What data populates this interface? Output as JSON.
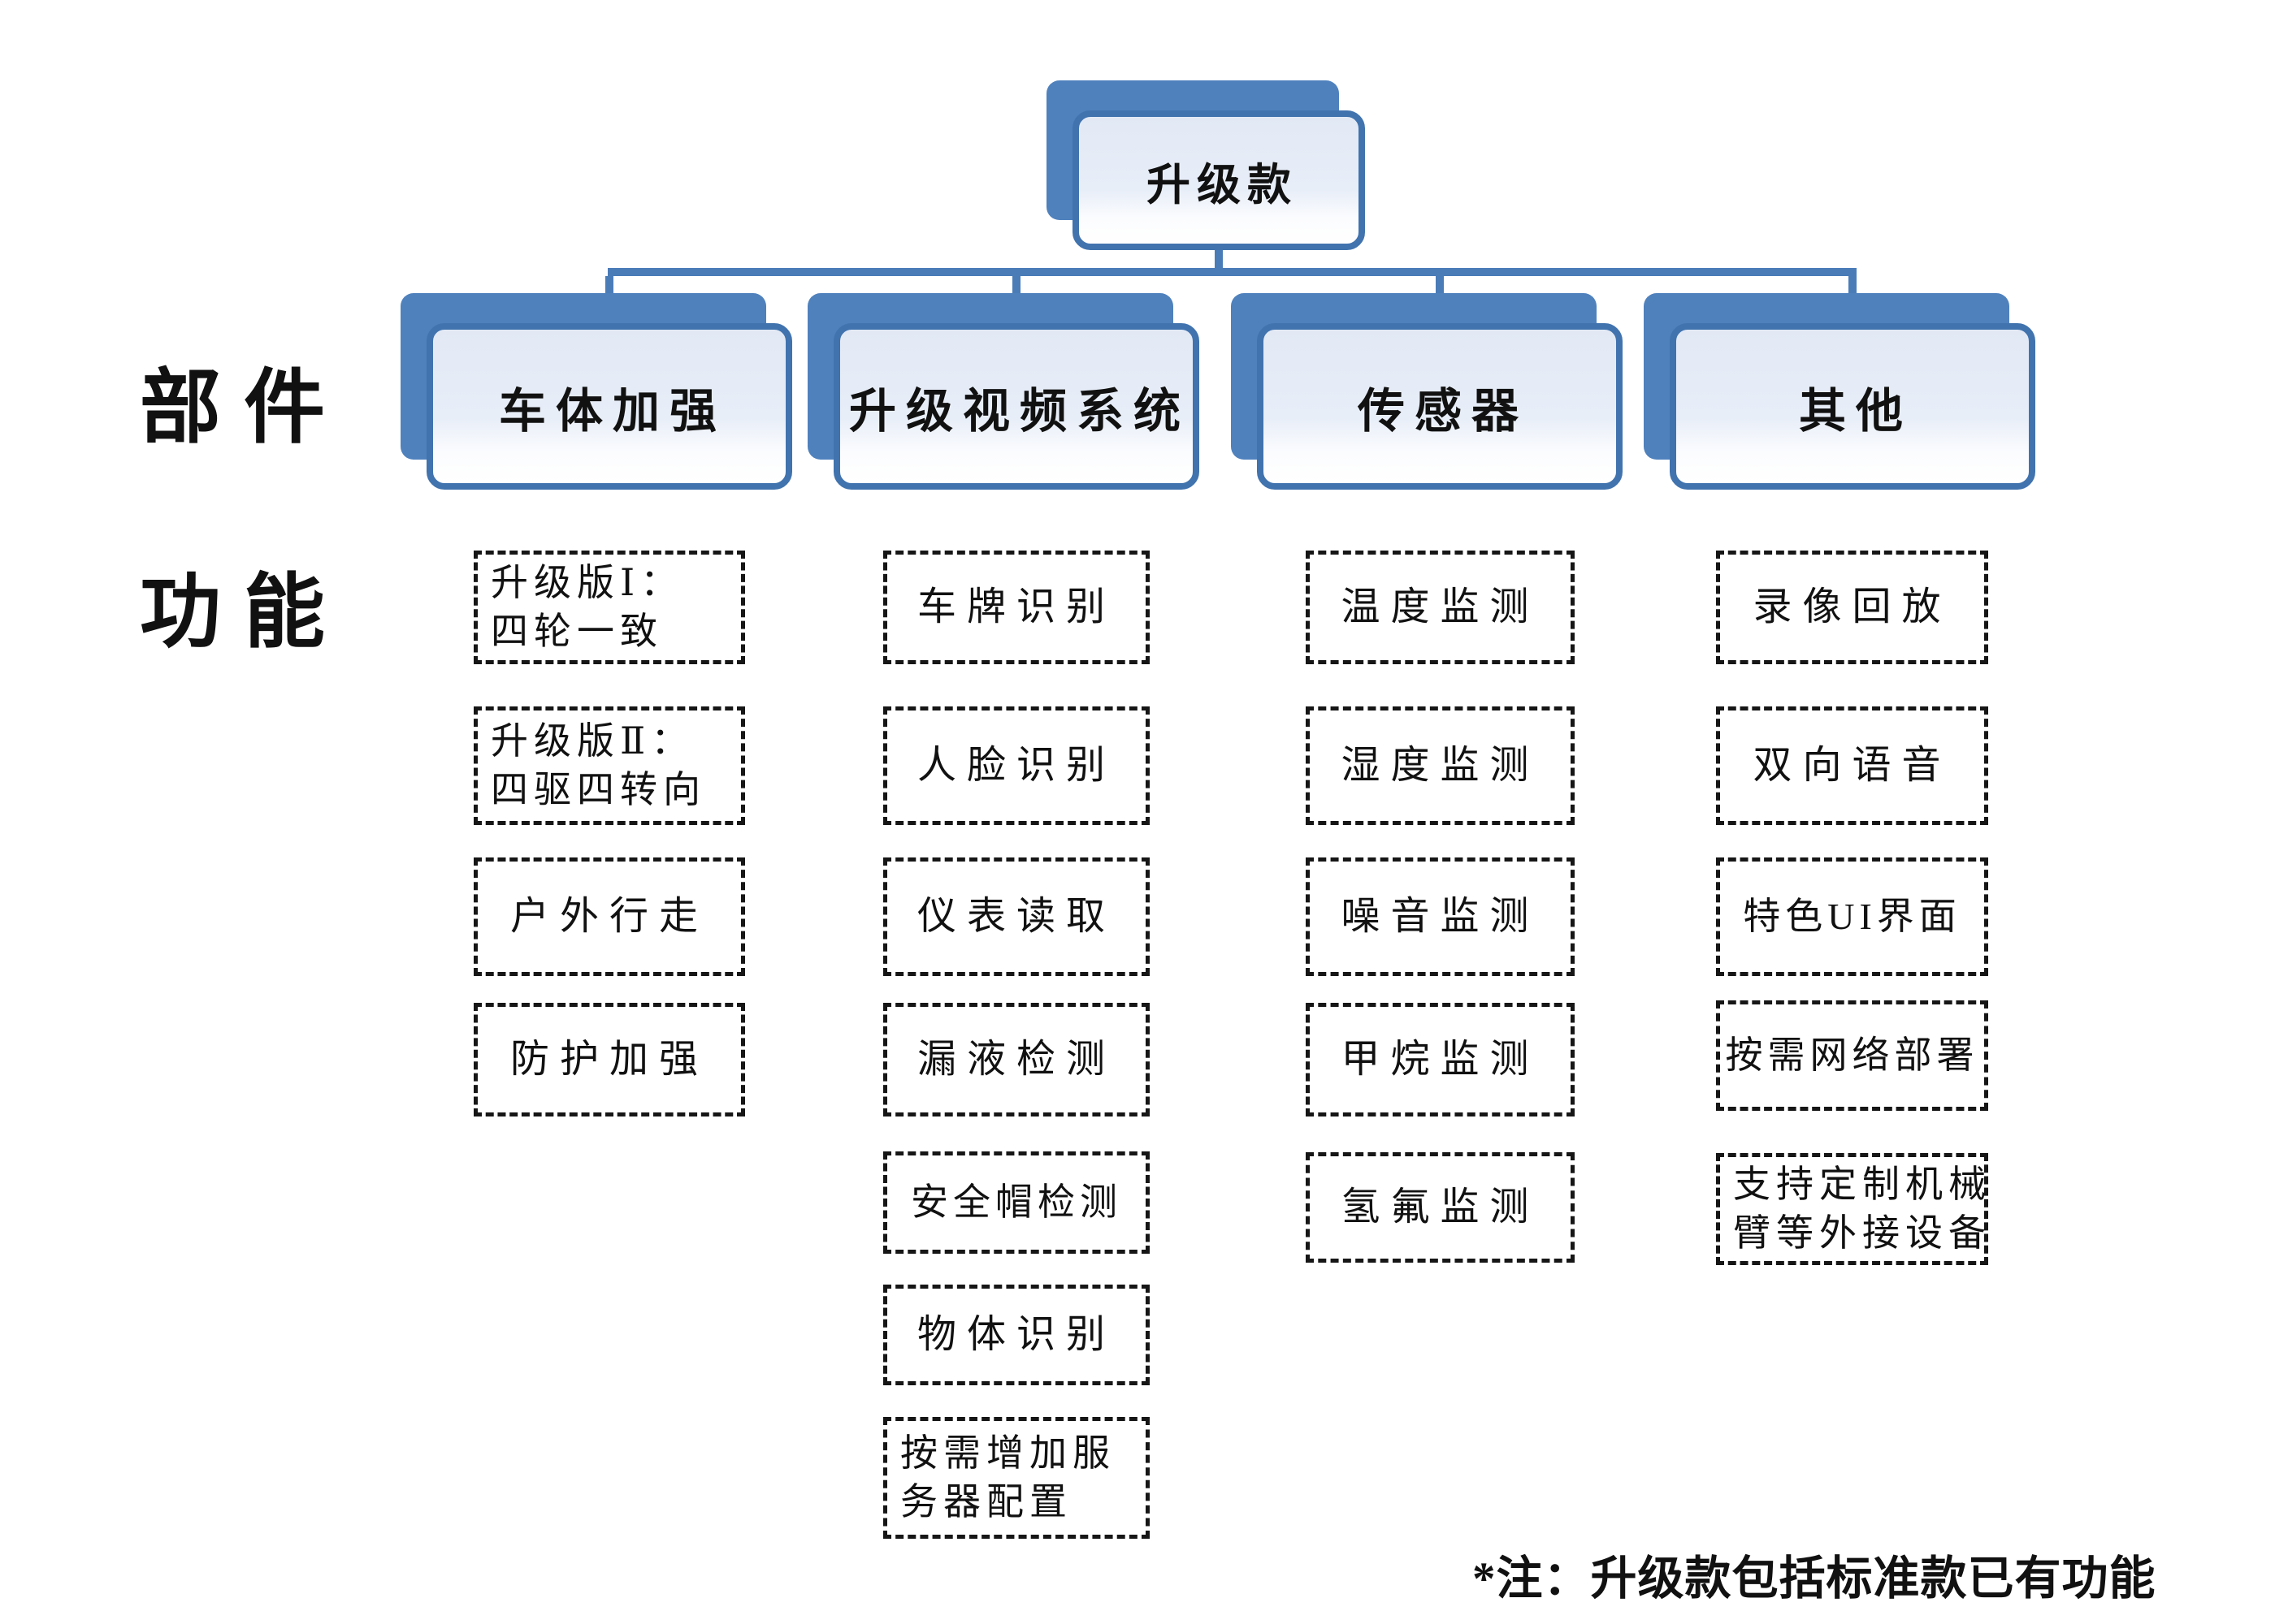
{
  "root": {
    "label": "升级款"
  },
  "row_labels": {
    "components": "部件",
    "functions": "功能"
  },
  "columns": [
    {
      "header": "车体加强",
      "items": [
        {
          "lines": [
            "升级版Ⅰ：",
            "四轮一致"
          ]
        },
        {
          "lines": [
            "升级版Ⅱ：",
            "四驱四转向"
          ]
        },
        {
          "lines": [
            "户外行走"
          ]
        },
        {
          "lines": [
            "防护加强"
          ]
        }
      ]
    },
    {
      "header": "升级视频系统",
      "items": [
        {
          "lines": [
            "车牌识别"
          ]
        },
        {
          "lines": [
            "人脸识别"
          ]
        },
        {
          "lines": [
            "仪表读取"
          ]
        },
        {
          "lines": [
            "漏液检测"
          ]
        },
        {
          "lines": [
            "安全帽检测"
          ]
        },
        {
          "lines": [
            "物体识别"
          ]
        },
        {
          "lines": [
            "按需增加服",
            "务器配置"
          ]
        }
      ]
    },
    {
      "header": "传感器",
      "items": [
        {
          "lines": [
            "温度监测"
          ]
        },
        {
          "lines": [
            "湿度监测"
          ]
        },
        {
          "lines": [
            "噪音监测"
          ]
        },
        {
          "lines": [
            "甲烷监测"
          ]
        },
        {
          "lines": [
            "氢氟监测"
          ]
        }
      ]
    },
    {
      "header": "其他",
      "items": [
        {
          "lines": [
            "录像回放"
          ]
        },
        {
          "lines": [
            "双向语音"
          ]
        },
        {
          "lines": [
            "特色UI界面"
          ]
        },
        {
          "lines": [
            "按需网络部署"
          ]
        },
        {
          "lines": [
            "支持定制机械",
            "臂等外接设备"
          ]
        }
      ]
    }
  ],
  "footnote": "*注：升级款包括标准款已有功能",
  "colors": {
    "accent_blue": "#4f81bd",
    "line_blue": "#4a7cb8",
    "border_blue": "#4173ae",
    "box_fill_top": "#e2e9f5",
    "dash_color": "#161616",
    "background": "#ffffff"
  }
}
